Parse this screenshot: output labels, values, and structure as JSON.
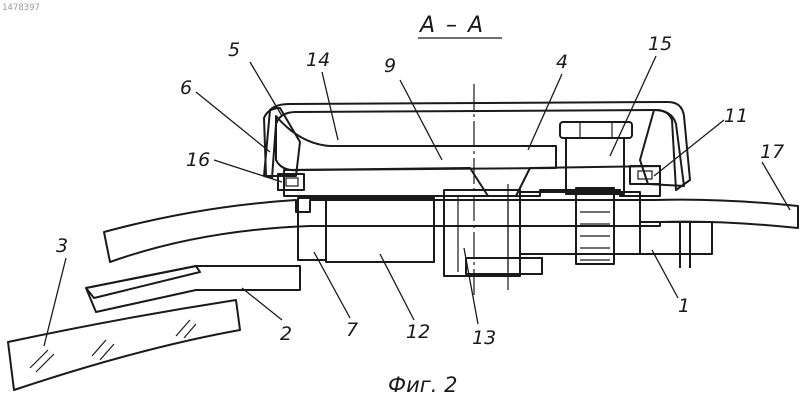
{
  "drawing": {
    "corner_id": "1478397",
    "section_label": "A – A",
    "figure_caption": "Фиг. 2",
    "colors": {
      "ink": "#1a1a1a",
      "paper": "#ffffff"
    },
    "labels": [
      {
        "id": "5",
        "text": "5"
      },
      {
        "id": "14",
        "text": "14"
      },
      {
        "id": "9",
        "text": "9"
      },
      {
        "id": "4",
        "text": "4"
      },
      {
        "id": "15",
        "text": "15"
      },
      {
        "id": "6",
        "text": "6"
      },
      {
        "id": "11",
        "text": "11"
      },
      {
        "id": "16",
        "text": "16"
      },
      {
        "id": "17",
        "text": "17"
      },
      {
        "id": "3",
        "text": "3"
      },
      {
        "id": "2",
        "text": "2"
      },
      {
        "id": "7",
        "text": "7"
      },
      {
        "id": "12",
        "text": "12"
      },
      {
        "id": "13",
        "text": "13"
      },
      {
        "id": "1",
        "text": "1"
      }
    ]
  }
}
